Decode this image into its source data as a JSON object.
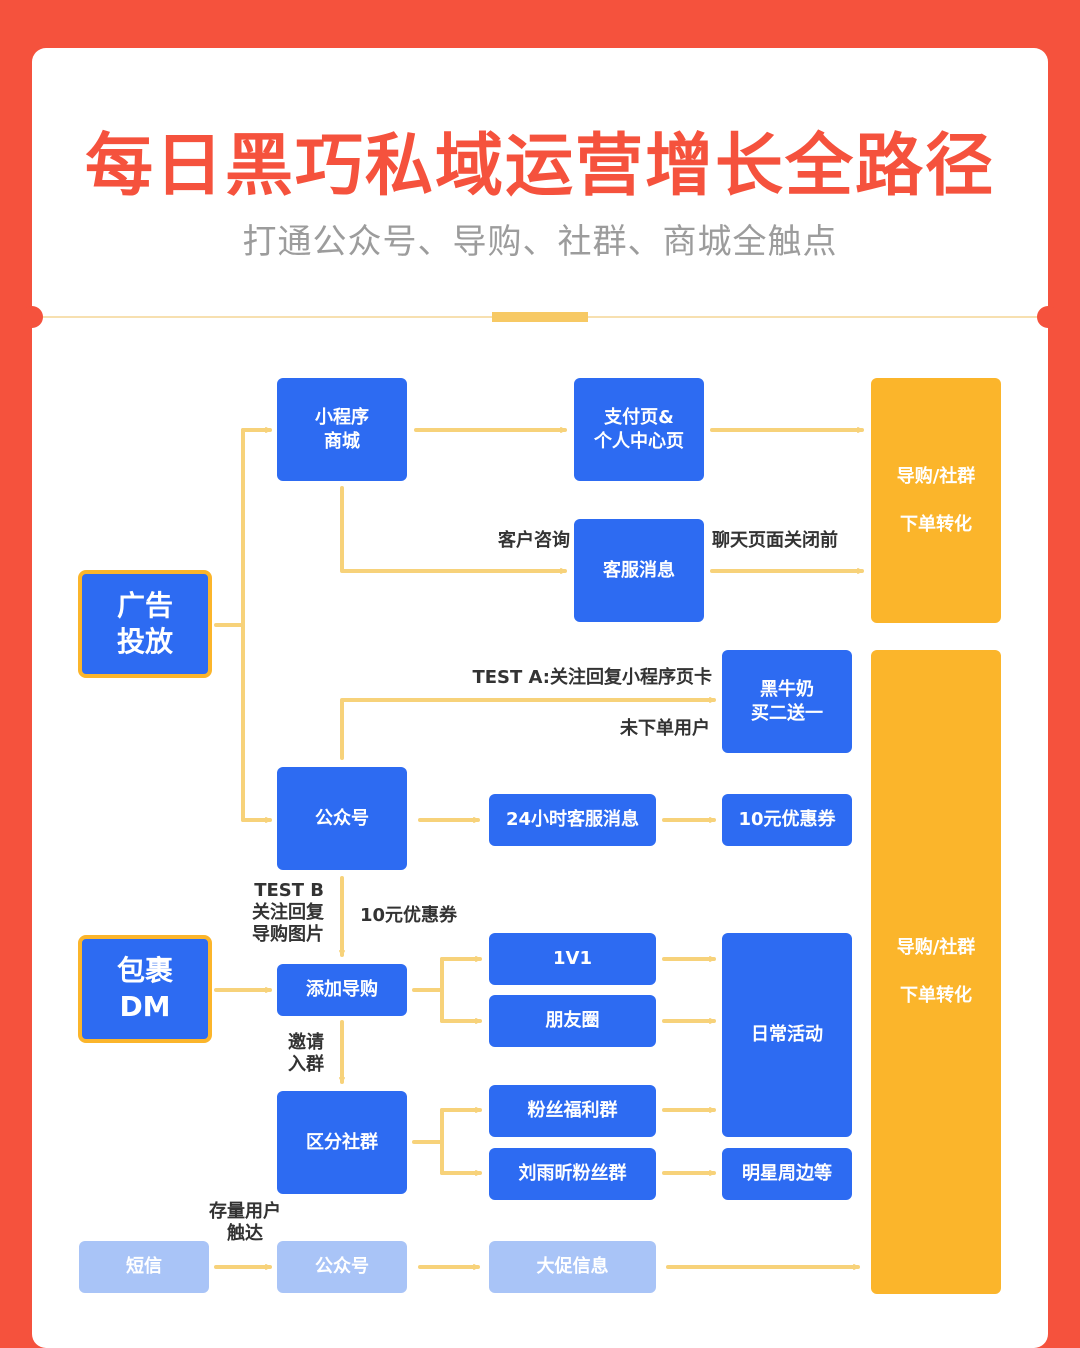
{
  "header": {
    "title": "每日黑巧私域运营增长全路径",
    "subtitle": "打通公众号、导购、社群、商城全触点"
  },
  "colors": {
    "background": "#F5523D",
    "node_blue": "#2D6BF2",
    "node_light_blue": "#A9C4F7",
    "node_orange": "#FBB52B",
    "arrow": "#F7D27A",
    "title": "#F5523D"
  },
  "nodes": {
    "ad": "广告\n投放",
    "package_dm": "包裹\nDM",
    "sms": "短信",
    "mini_mall": "小程序\n商城",
    "pay_page": "支付页&\n个人中心页",
    "cs_message": "客服消息",
    "black_milk": "黑牛奶\n买二送一",
    "official_account": "公众号",
    "cs_24h": "24小时客服消息",
    "coupon_10": "10元优惠券",
    "add_guide": "添加导购",
    "one_v_one": "1V1",
    "moments": "朋友圈",
    "daily_activity": "日常活动",
    "segment_group": "区分社群",
    "fan_welfare": "粉丝福利群",
    "liu_fans": "刘雨昕粉丝群",
    "star_merch": "明星周边等",
    "official_account_2": "公众号",
    "big_promo": "大促信息",
    "convert_top": "导购/社群\n下单转化",
    "convert_bottom": "导购/社群\n下单转化"
  },
  "labels": {
    "customer_consult": "客户咨询",
    "before_chat_close": "聊天页面关闭前",
    "test_a": "TEST  A:关注回复小程序页卡",
    "unordered_users": "未下单用户",
    "test_b": "TEST  B\n关注回复\n导购图片",
    "coupon_label": "10元优惠券",
    "invite_group": "邀请\n入群",
    "stock_users": "存量用户\n触达"
  }
}
